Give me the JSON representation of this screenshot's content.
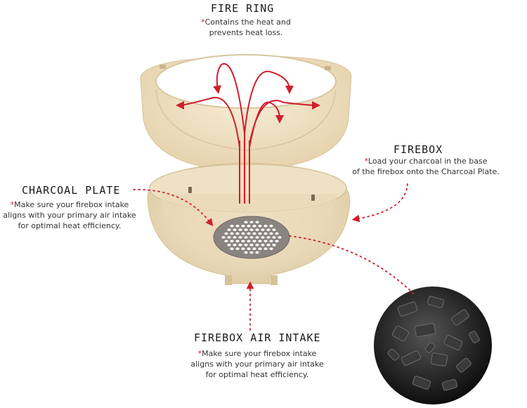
{
  "callouts": {
    "fire_ring": {
      "title": "FIRE RING",
      "lines": [
        "Contains the heat and",
        "prevents heat loss."
      ]
    },
    "firebox": {
      "title": "FIREBOX",
      "lines": [
        "Load your charcoal in the base",
        "of the firebox onto the Charcoal Plate."
      ]
    },
    "charcoal_plate": {
      "title": "CHARCOAL PLATE",
      "lines": [
        "Make sure your firebox intake",
        "aligns with your primary air intake",
        "for optimal heat efficiency."
      ]
    },
    "air_intake": {
      "title": "FIREBOX AIR INTAKE",
      "lines": [
        "Make sure your firebox intake",
        "aligns with your primary air intake",
        "for optimal heat efficiency."
      ]
    }
  },
  "marker": "*",
  "colors": {
    "accent_red": "#d01f2c",
    "ceramic": "#f1e4c8",
    "ceramic_shadow": "#dcc9a2",
    "plate": "#8a8480",
    "charcoal": "#2a2a2a"
  },
  "icons": {
    "fire_ring": "ceramic-fire-ring-illustration",
    "firebox": "ceramic-firebox-bowl-illustration",
    "charcoal_plate": "perforated-charcoal-plate-illustration",
    "charcoal": "charcoal-pieces-photo"
  }
}
